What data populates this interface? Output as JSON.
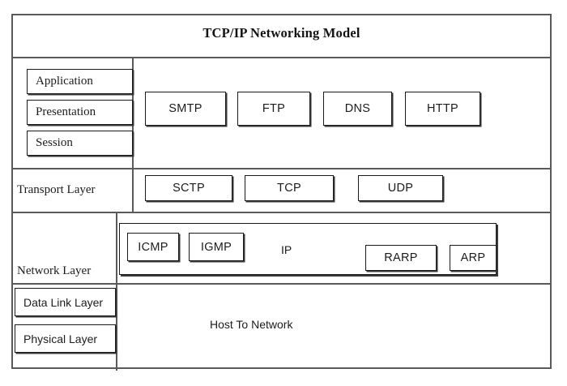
{
  "diagram": {
    "title": "TCP/IP Networking Model",
    "bands": {
      "application": {
        "osi_layers": [
          "Application",
          "Presentation",
          "Session"
        ],
        "protocols": [
          "SMTP",
          "FTP",
          "DNS",
          "HTTP"
        ]
      },
      "transport": {
        "label": "Transport Layer",
        "protocols": [
          "SCTP",
          "TCP",
          "UDP"
        ]
      },
      "network": {
        "label": "Network Layer",
        "container_label": "IP",
        "left_protocols": [
          "ICMP",
          "IGMP"
        ],
        "right_protocols": [
          "RARP",
          "ARP"
        ]
      },
      "host_to_network": {
        "osi_layers": [
          "Data Link Layer",
          "Physical Layer"
        ],
        "label": "Host To Network"
      }
    },
    "colors": {
      "frame": "#5a5a5a",
      "box_border": "#1a1a1a",
      "box_shadow": "#3a3a3a",
      "text": "#1c1c1c",
      "background": "#ffffff"
    }
  }
}
